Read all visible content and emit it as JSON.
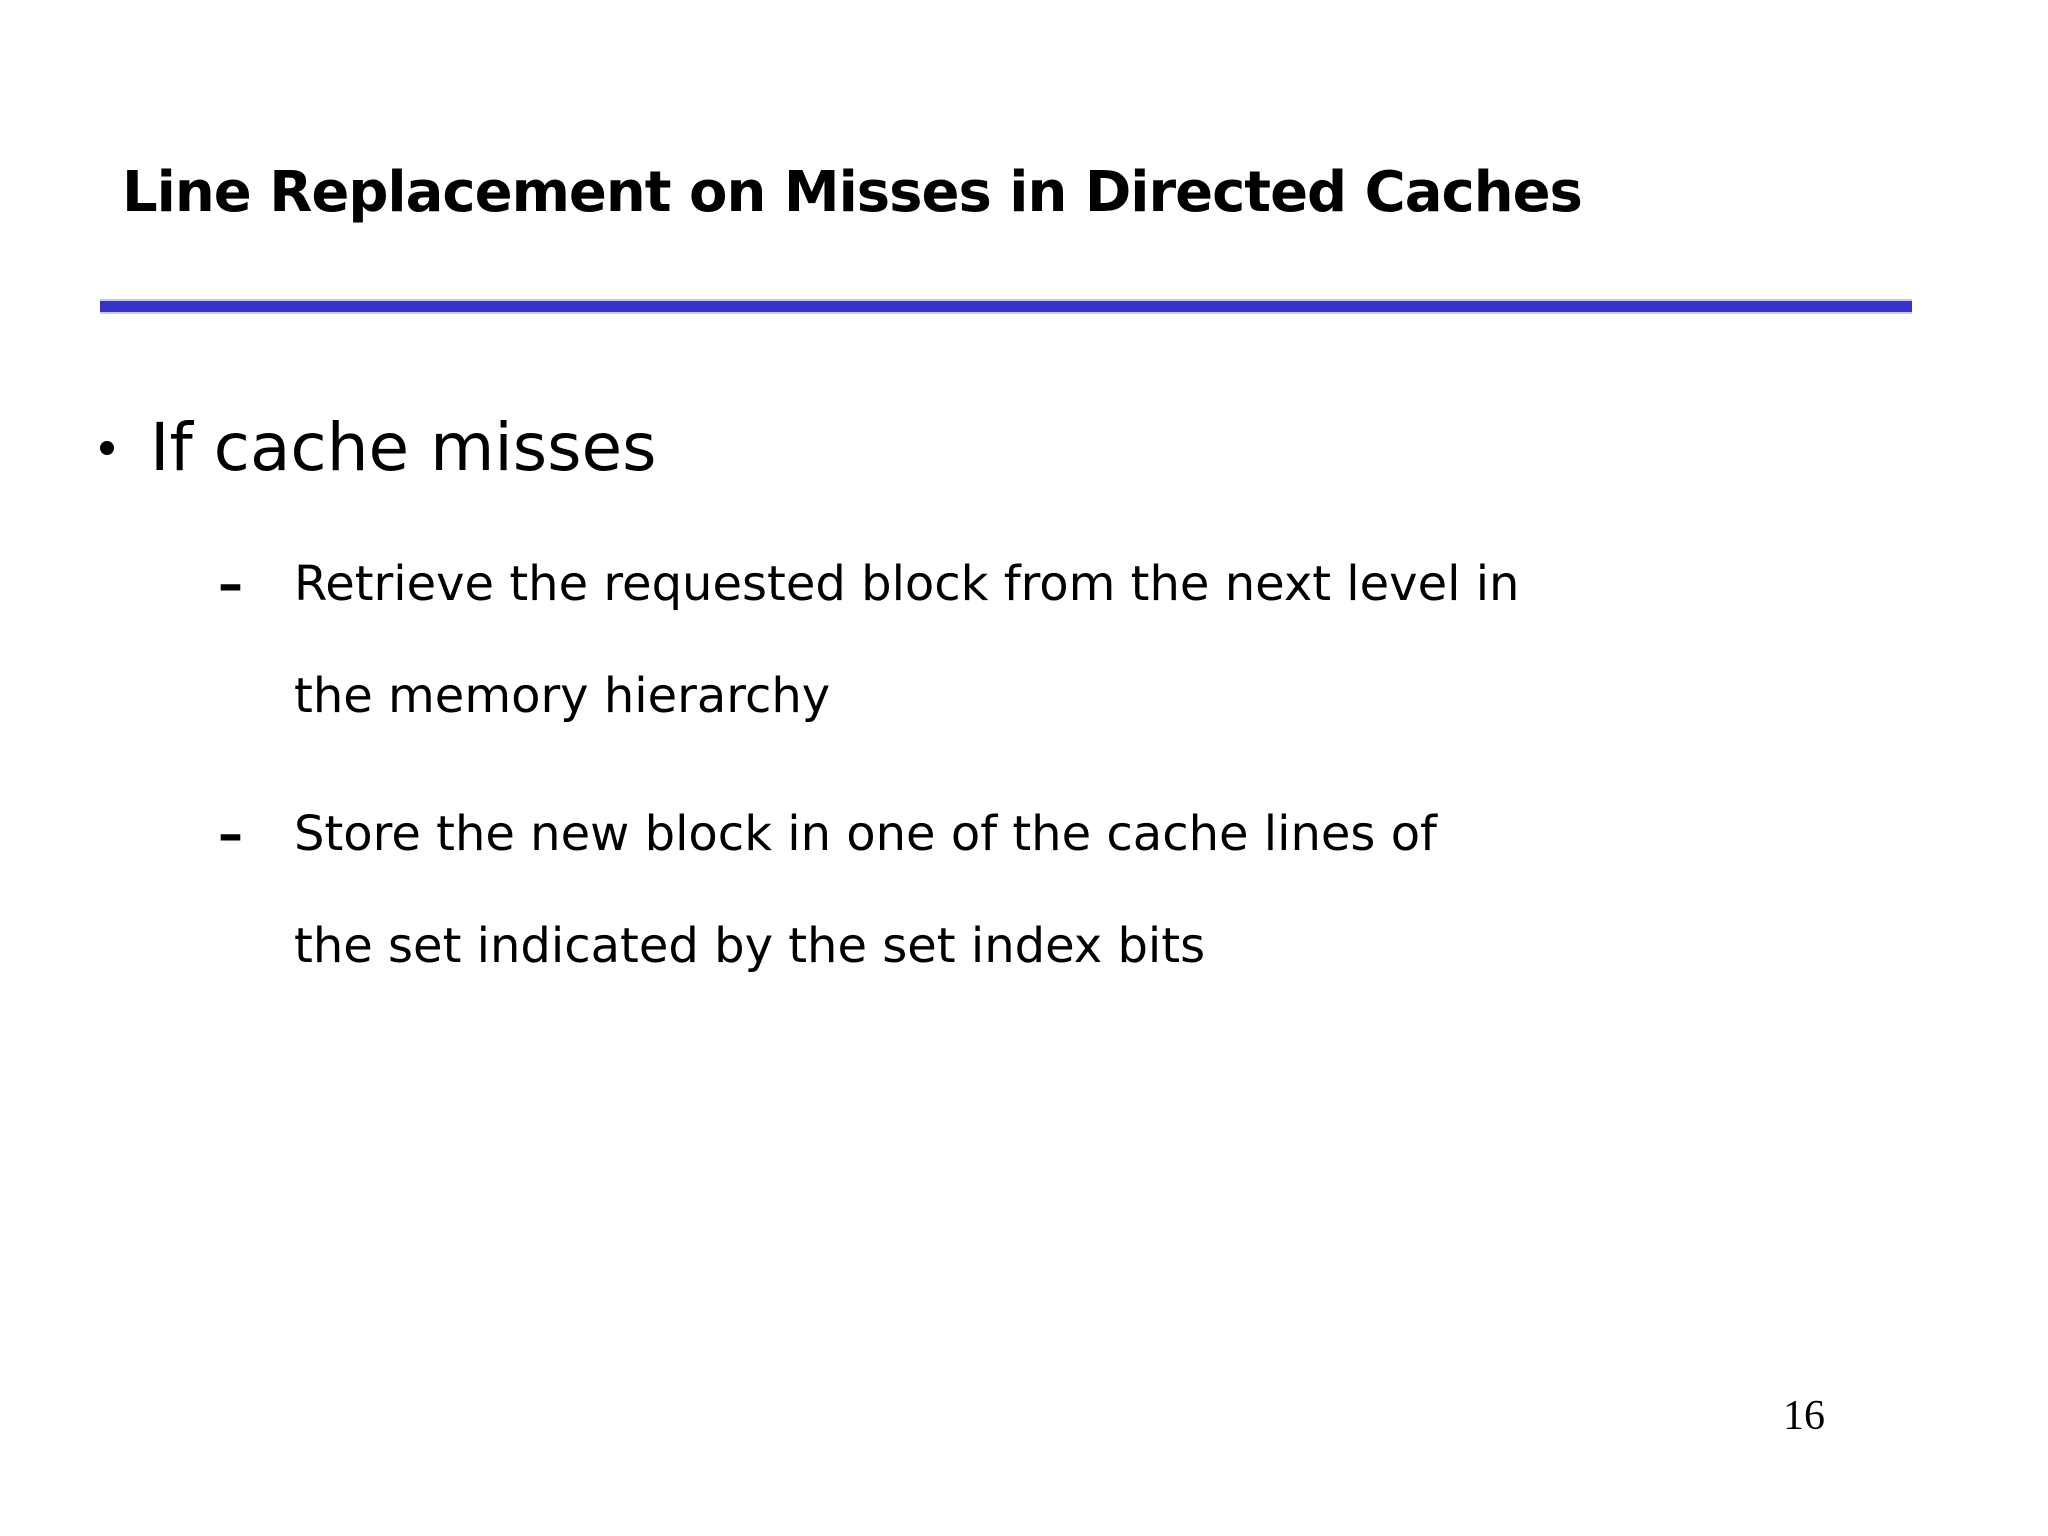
{
  "slide": {
    "title": "Line Replacement on Misses in Directed Caches",
    "accent_color": "#3733c8",
    "bullet_char": "•",
    "dash_char": "–",
    "bullets": [
      {
        "text": "If cache misses",
        "sub": [
          {
            "lines": [
              "Retrieve the requested block from the next level in",
              "the memory hierarchy"
            ]
          },
          {
            "lines": [
              "Store the new block in one of the cache lines of",
              "the set indicated by the set index bits"
            ]
          }
        ]
      }
    ],
    "page_number": "16"
  }
}
